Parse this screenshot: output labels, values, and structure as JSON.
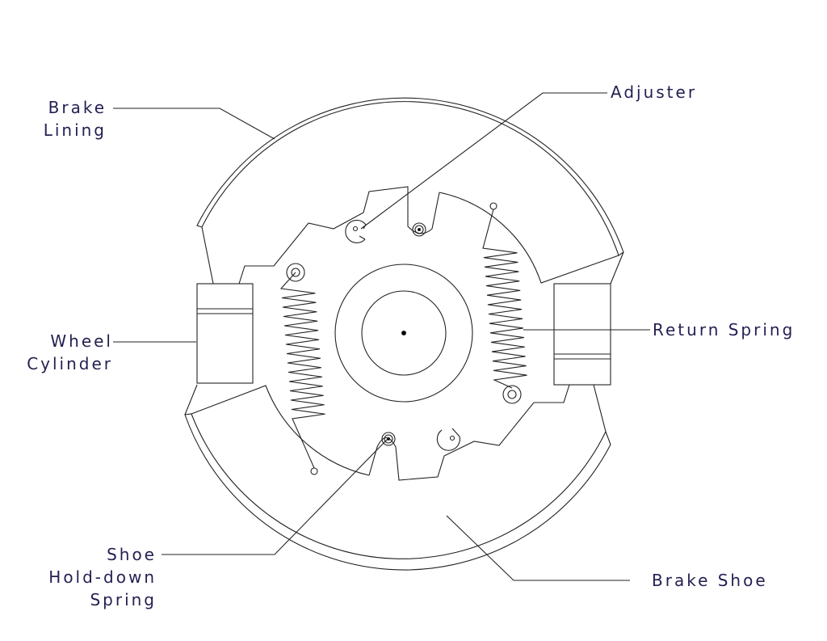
{
  "labels": {
    "brake_lining": [
      "Brake",
      "Lining"
    ],
    "adjuster": "Adjuster",
    "return_spring": "Return Spring",
    "wheel_cylinder": [
      "Wheel",
      "Cylinder"
    ],
    "shoe_hold_down_spring": [
      "Shoe",
      "Hold-down",
      "Spring"
    ],
    "brake_shoe": "Brake Shoe"
  },
  "colors": {
    "label": "#231f52",
    "line": "#222222"
  }
}
